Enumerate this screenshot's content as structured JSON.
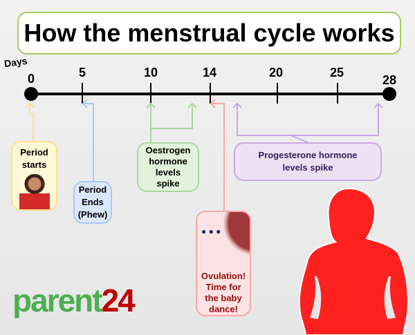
{
  "title": "How the menstrual cycle works",
  "axis_label": "Days",
  "ticks": [
    "0",
    "5",
    "10",
    "14",
    "20",
    "25",
    "28"
  ],
  "boxes": {
    "period_starts": "Period starts",
    "period_ends": [
      "Period",
      "Ends",
      "(Phew)"
    ],
    "oestrogen": [
      "Oestrogen",
      "hormone",
      "levels",
      "spike"
    ],
    "progesterone": "Progesterone hormone levels spike",
    "ovulation": [
      "Ovulation!",
      "Time for",
      "the baby",
      "dance!"
    ]
  },
  "logo": {
    "word": "parent",
    "number": "24"
  },
  "colors": {
    "yellow": "#fde18a",
    "blue": "#a9c8f2",
    "green": "#a8d8a0",
    "pink": "#f7a8a8",
    "purple": "#c7a9e0",
    "silhouette": "#ff2020"
  }
}
